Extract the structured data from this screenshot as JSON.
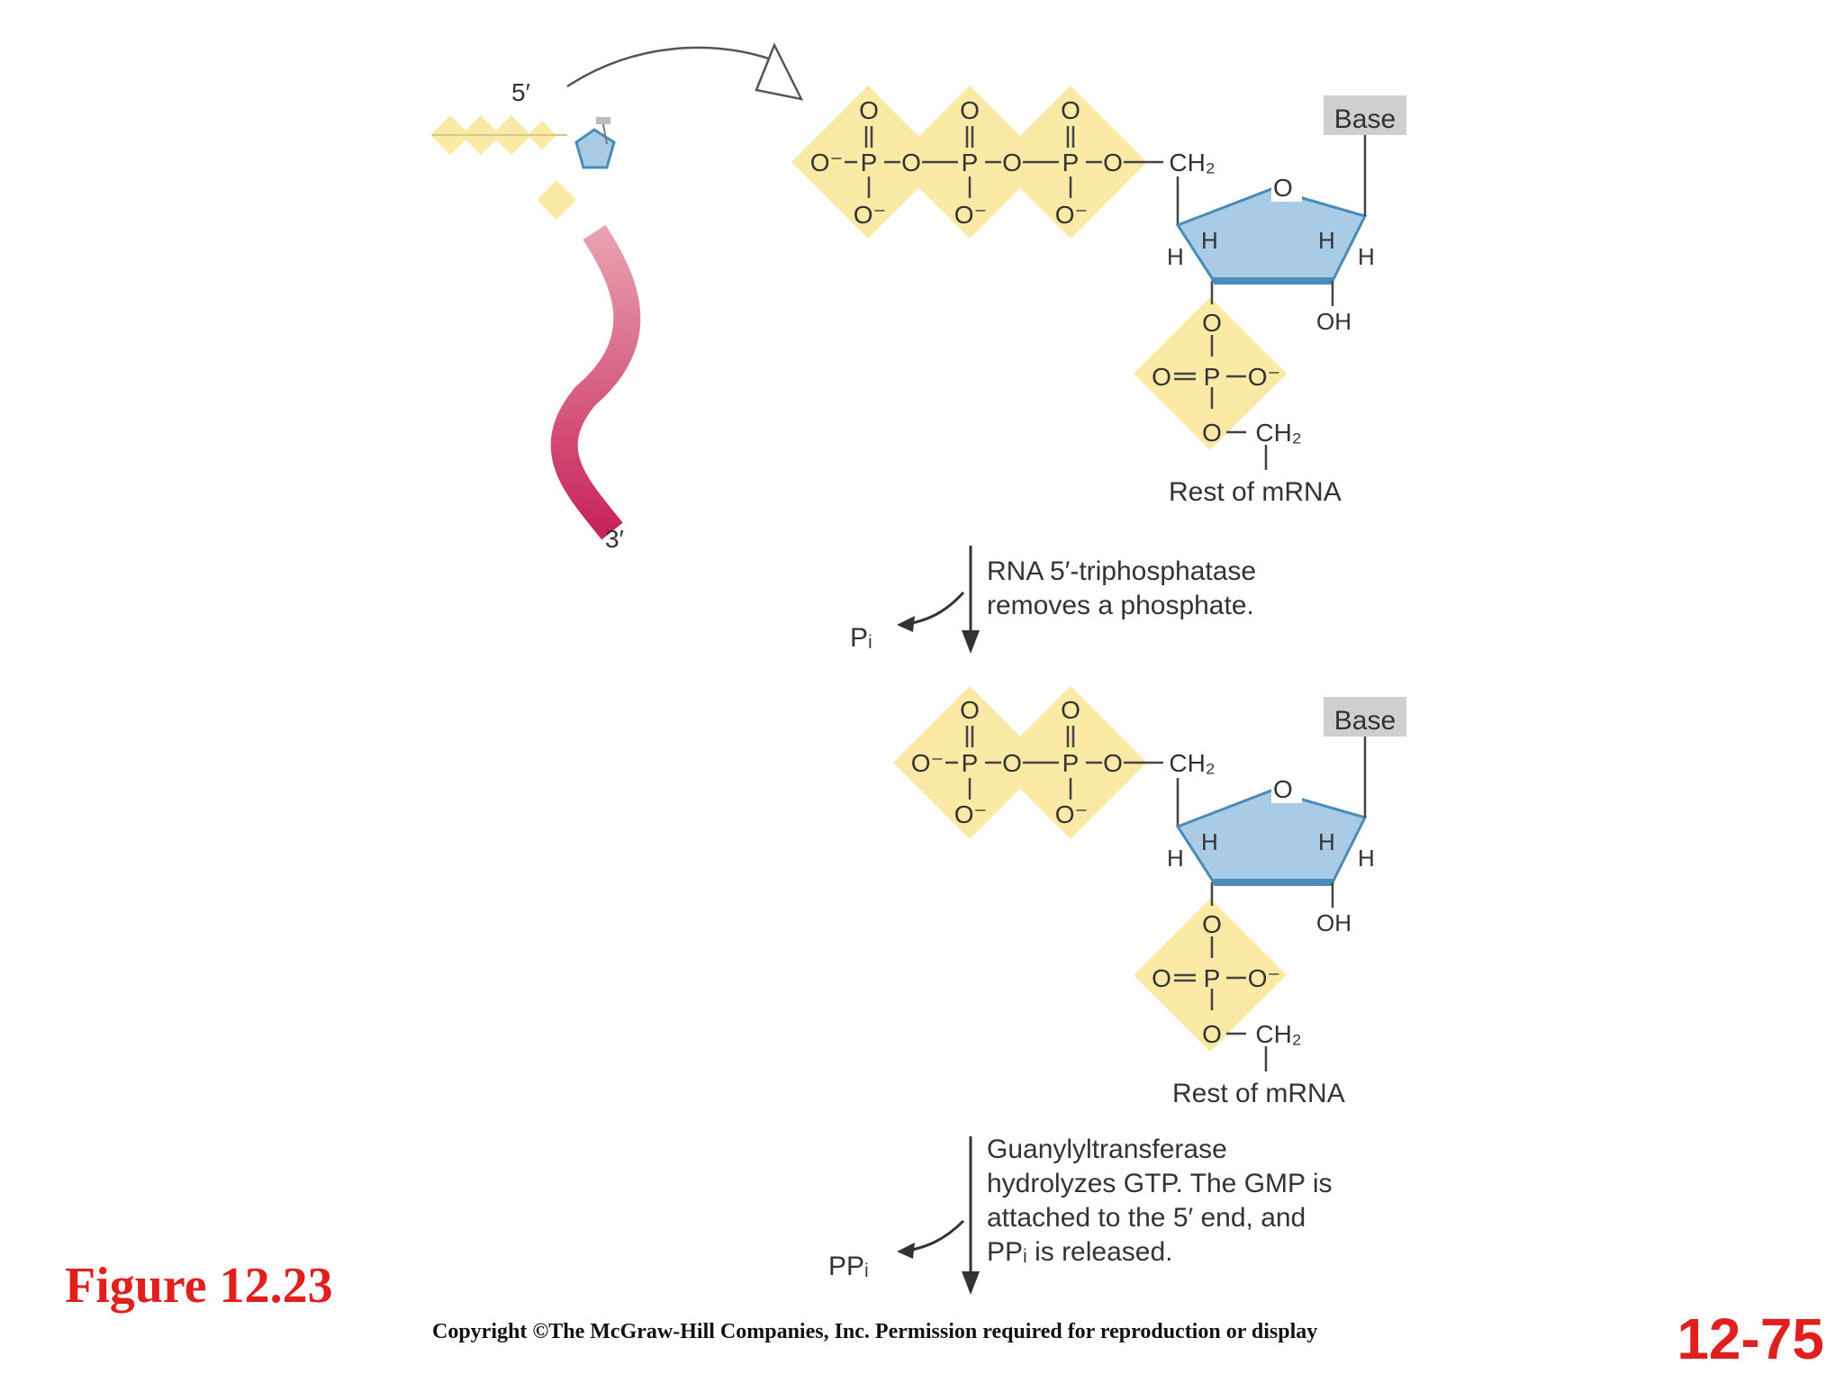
{
  "top_molecule": {
    "end_5": "5′",
    "end_3": "3′"
  },
  "structure": {
    "O": "O",
    "P": "P",
    "O_minus": "O⁻",
    "CH2": "CH₂",
    "H": "H",
    "OH": "OH",
    "base": "Base",
    "rest": "Rest of mRNA"
  },
  "step1": {
    "line1": "RNA 5′-triphosphatase",
    "line2": "removes a phosphate.",
    "product": "Pᵢ"
  },
  "step2": {
    "line1": "Guanylyltransferase",
    "line2": "hydrolyzes GTP. The GMP is",
    "line3": "attached to the 5′ end, and",
    "line4": "PPᵢ is released.",
    "product": "PPᵢ"
  },
  "figure_label": "Figure 12.23",
  "copyright": "Copyright ©The McGraw-Hill Companies, Inc. Permission required for reproduction or display",
  "slide_number": "12-75",
  "colors": {
    "phosphate_diamond": "#fbe9a6",
    "sugar_fill": "#a9cbe6",
    "sugar_bond": "#4a8cb8",
    "base_box": "#cfcfcf",
    "rna_strand": "#c8325a",
    "label_red": "#e01f1f"
  }
}
